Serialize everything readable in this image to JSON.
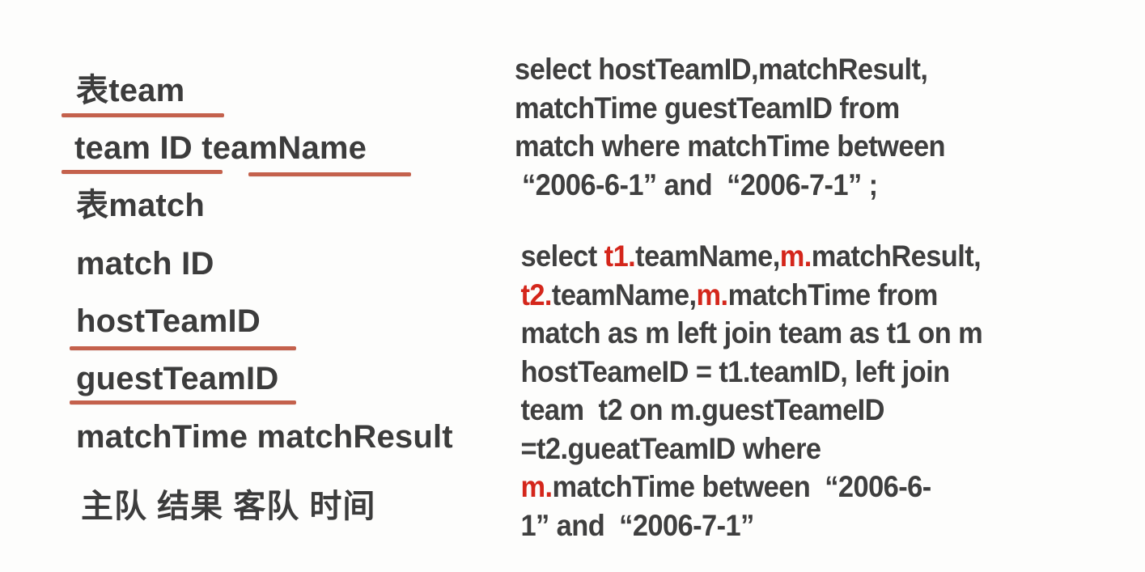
{
  "slide": {
    "background_color": "#fdfdfc",
    "text_color": "#3c3c3c",
    "accent_red": "#d4261b",
    "underline_color": "#c4614c"
  },
  "left_column": {
    "lines": [
      {
        "id": "table-team-heading",
        "text": "表team"
      },
      {
        "id": "team-columns",
        "text": "team ID  teamName"
      },
      {
        "id": "table-match-heading",
        "text": "表match"
      },
      {
        "id": "match-id-column",
        "text": "match ID"
      },
      {
        "id": "host-team-id-column",
        "text": "hostTeamID"
      },
      {
        "id": "guest-team-id-column",
        "text": "guestTeamID"
      },
      {
        "id": "match-time-result-columns",
        "text": "matchTime matchResult"
      },
      {
        "id": "chinese-labels",
        "text": "主队  结果  客队  时间"
      }
    ],
    "underlines": [
      {
        "id": "underline-table-team",
        "label": "表team"
      },
      {
        "id": "underline-team-id",
        "label": "team ID"
      },
      {
        "id": "underline-team-name",
        "label": "teamName"
      },
      {
        "id": "underline-host-team-id",
        "label": "hostTeamID"
      },
      {
        "id": "underline-guest-team-id",
        "label": "guestTeamID"
      }
    ]
  },
  "right_column": {
    "query_one": {
      "id": "sql-query-1",
      "lines": [
        [
          {
            "t": "select hostTeamID,matchResult,",
            "red": false
          }
        ],
        [
          {
            "t": "matchTime guestTeamID from",
            "red": false
          }
        ],
        [
          {
            "t": "match where matchTime between",
            "red": false
          }
        ],
        [
          {
            "t": " “2006-6-1” and  “2006-7-1” ;",
            "red": false
          }
        ]
      ],
      "plain_text": "select hostTeamID,matchResult, matchTime guestTeamID from match where matchTime between “2006-6-1” and “2006-7-1”;"
    },
    "query_two": {
      "id": "sql-query-2",
      "lines": [
        [
          {
            "t": "select ",
            "red": false
          },
          {
            "t": "t1.",
            "red": true
          },
          {
            "t": "teamName,",
            "red": false
          },
          {
            "t": "m.",
            "red": true
          },
          {
            "t": "matchResult,",
            "red": false
          }
        ],
        [
          {
            "t": "t2.",
            "red": true
          },
          {
            "t": "teamName,",
            "red": false
          },
          {
            "t": "m.",
            "red": true
          },
          {
            "t": "matchTime from",
            "red": false
          }
        ],
        [
          {
            "t": "match as m left join team as t1 on m",
            "red": false
          }
        ],
        [
          {
            "t": "hostTeameID = t1.teamID, left join",
            "red": false
          }
        ],
        [
          {
            "t": "team  t2 on m.guestTeameID",
            "red": false
          }
        ],
        [
          {
            "t": "=t2.gueatTeamID where",
            "red": false
          }
        ],
        [
          {
            "t": "m.",
            "red": true
          },
          {
            "t": "matchTime between  “2006-6-",
            "red": false
          }
        ],
        [
          {
            "t": "1” and  “2006-7-1”",
            "red": false
          }
        ]
      ],
      "plain_text": "select t1.teamName,m.matchResult, t2.teamName,m.matchTime from match as m left join team as t1 on m hostTeameID = t1.teamID, left join team t2 on m.guestTeameID =t2.gueatTeamID where m.matchTime between “2006-6-1” and “2006-7-1”"
    }
  }
}
